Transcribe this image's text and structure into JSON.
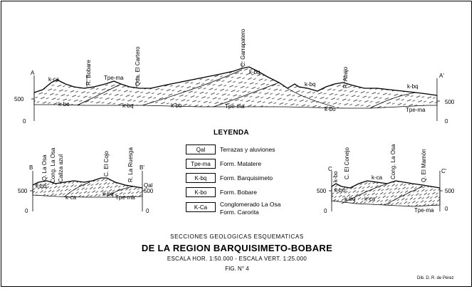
{
  "section_main": {
    "left_letter": "A",
    "right_letter": "A'",
    "left_scale": [
      "500",
      "0"
    ],
    "right_scale": [
      "500",
      "0"
    ],
    "place_labels": [
      "R. Bobare",
      "Qda. El Cartero",
      "C. Garrapatero",
      "R. Abajo"
    ],
    "unit_labels": [
      "k-ca",
      "Tpe-ma",
      "k-bq",
      "k-bq",
      "k-bq",
      "k-bo",
      "k-bq",
      "k-bo",
      "Tpe-ma",
      "k-bo",
      "Tpe-ma"
    ]
  },
  "section_left": {
    "left_letter": "B",
    "right_letter": "B'",
    "left_scale": [
      "500",
      "0"
    ],
    "right_scale": [
      "Qal",
      "500",
      "0"
    ],
    "place_labels": [
      "Q. La Osa",
      "Cong. La Osa",
      "Caliza azul",
      "C. El Cojo",
      "R. La Ruesga"
    ],
    "unit_labels": [
      "k-bq",
      "k-ca",
      "k-bq",
      "Tpe-ma"
    ]
  },
  "section_right": {
    "left_letter": "C",
    "right_letter": "C'",
    "left_scale": [
      "500",
      "0"
    ],
    "right_scale": [
      "500",
      "0"
    ],
    "place_labels": [
      "k-bo",
      "C. El Conejo",
      "Cong. La Osa",
      "Q. El Mamón"
    ],
    "unit_labels": [
      "k-bo",
      "k-ca",
      "k-bq",
      "k-ca",
      "Tpe-ma"
    ]
  },
  "legend": {
    "title": "LEYENDA",
    "items": [
      {
        "code": "Qal",
        "text": "Terrazas y aluviones"
      },
      {
        "code": "Tpe-ma",
        "text": "Form. Matatere"
      },
      {
        "code": "K-bq",
        "text": "Form. Barquisimeto"
      },
      {
        "code": "K-bo",
        "text": "Form. Bobare"
      },
      {
        "code": "K-Ca",
        "text": "Conglomerado La Osa\nForm. Carorita"
      }
    ]
  },
  "titles": {
    "line1": "SECCIONES GEOLOGICAS ESQUEMATICAS",
    "line2": "DE LA REGION BARQUISIMETO-BOBARE",
    "line3": "ESCALA HOR. 1:50.000 - ESCALA VERT. 1:25.000",
    "line4": "FIG. N° 4"
  },
  "credit": "Dib. D. R. de Pérez"
}
